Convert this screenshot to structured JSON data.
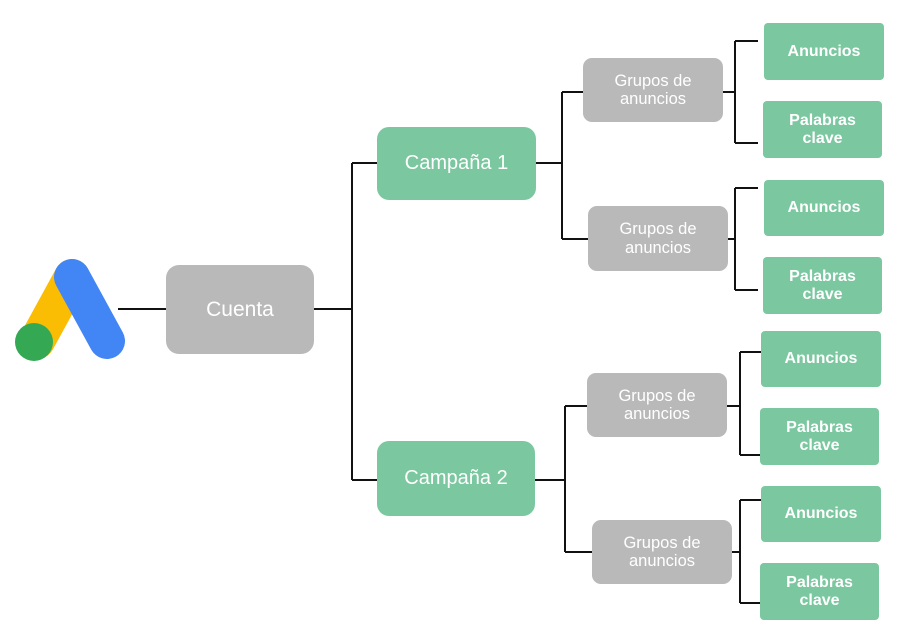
{
  "root": {
    "label": "Cuenta"
  },
  "campaigns": [
    {
      "label": "Campaña 1",
      "groups": [
        {
          "label": "Grupos de anuncios",
          "leaves": [
            "Anuncios",
            "Palabras clave"
          ]
        },
        {
          "label": "Grupos de anuncios",
          "leaves": [
            "Anuncios",
            "Palabras clave"
          ]
        }
      ]
    },
    {
      "label": "Campaña 2",
      "groups": [
        {
          "label": "Grupos de anuncios",
          "leaves": [
            "Anuncios",
            "Palabras clave"
          ]
        },
        {
          "label": "Grupos de anuncios",
          "leaves": [
            "Anuncios",
            "Palabras clave"
          ]
        }
      ]
    }
  ],
  "colors": {
    "gray_node": "#b9b9b9",
    "green_node": "#7bc7a0",
    "connector": "#111111",
    "logo_yellow": "#fbbc04",
    "logo_blue": "#4285f4",
    "logo_green": "#34a853"
  },
  "logo": {
    "icon": "google-ads-logo-icon"
  }
}
